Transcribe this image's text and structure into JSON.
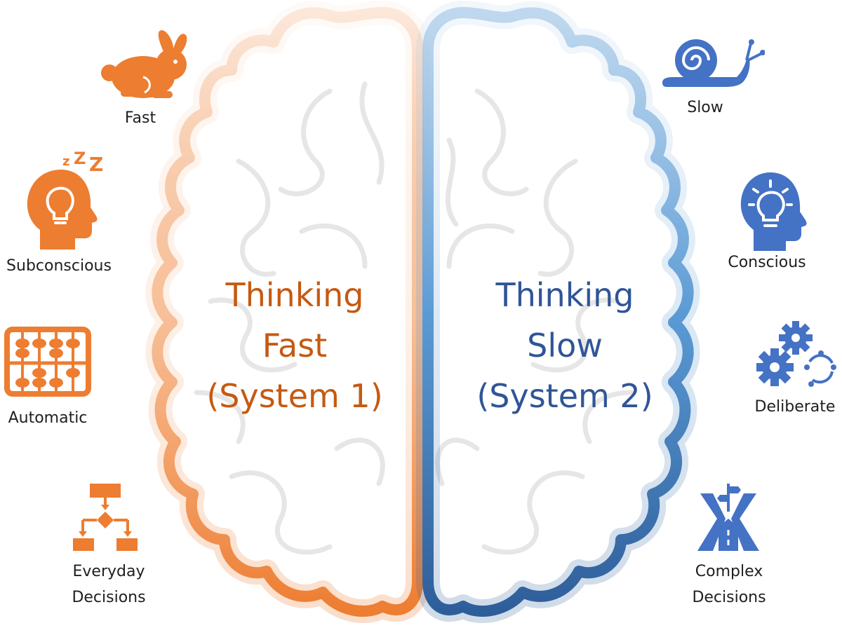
{
  "colors": {
    "orange": "#ED7D31",
    "orange_dark": "#C55A11",
    "blue": "#4472C4",
    "blue_dark": "#2F5597"
  },
  "fast_side": {
    "title": [
      "Thinking",
      "Fast",
      "(System 1)"
    ],
    "items": [
      {
        "label": "Fast",
        "icon": "rabbit-icon"
      },
      {
        "label": "Subconscious",
        "icon": "sleeping-head-icon"
      },
      {
        "label": "Automatic",
        "icon": "abacus-icon"
      },
      {
        "label": [
          "Everyday",
          "Decisions"
        ],
        "icon": "flowchart-icon"
      }
    ]
  },
  "slow_side": {
    "title": [
      "Thinking",
      "Slow",
      "(System 2)"
    ],
    "items": [
      {
        "label": "Slow",
        "icon": "snail-icon"
      },
      {
        "label": "Conscious",
        "icon": "lightbulb-head-icon"
      },
      {
        "label": "Deliberate",
        "icon": "gears-cycle-icon"
      },
      {
        "label": [
          "Complex",
          "Decisions"
        ],
        "icon": "crossroads-icon"
      }
    ]
  }
}
